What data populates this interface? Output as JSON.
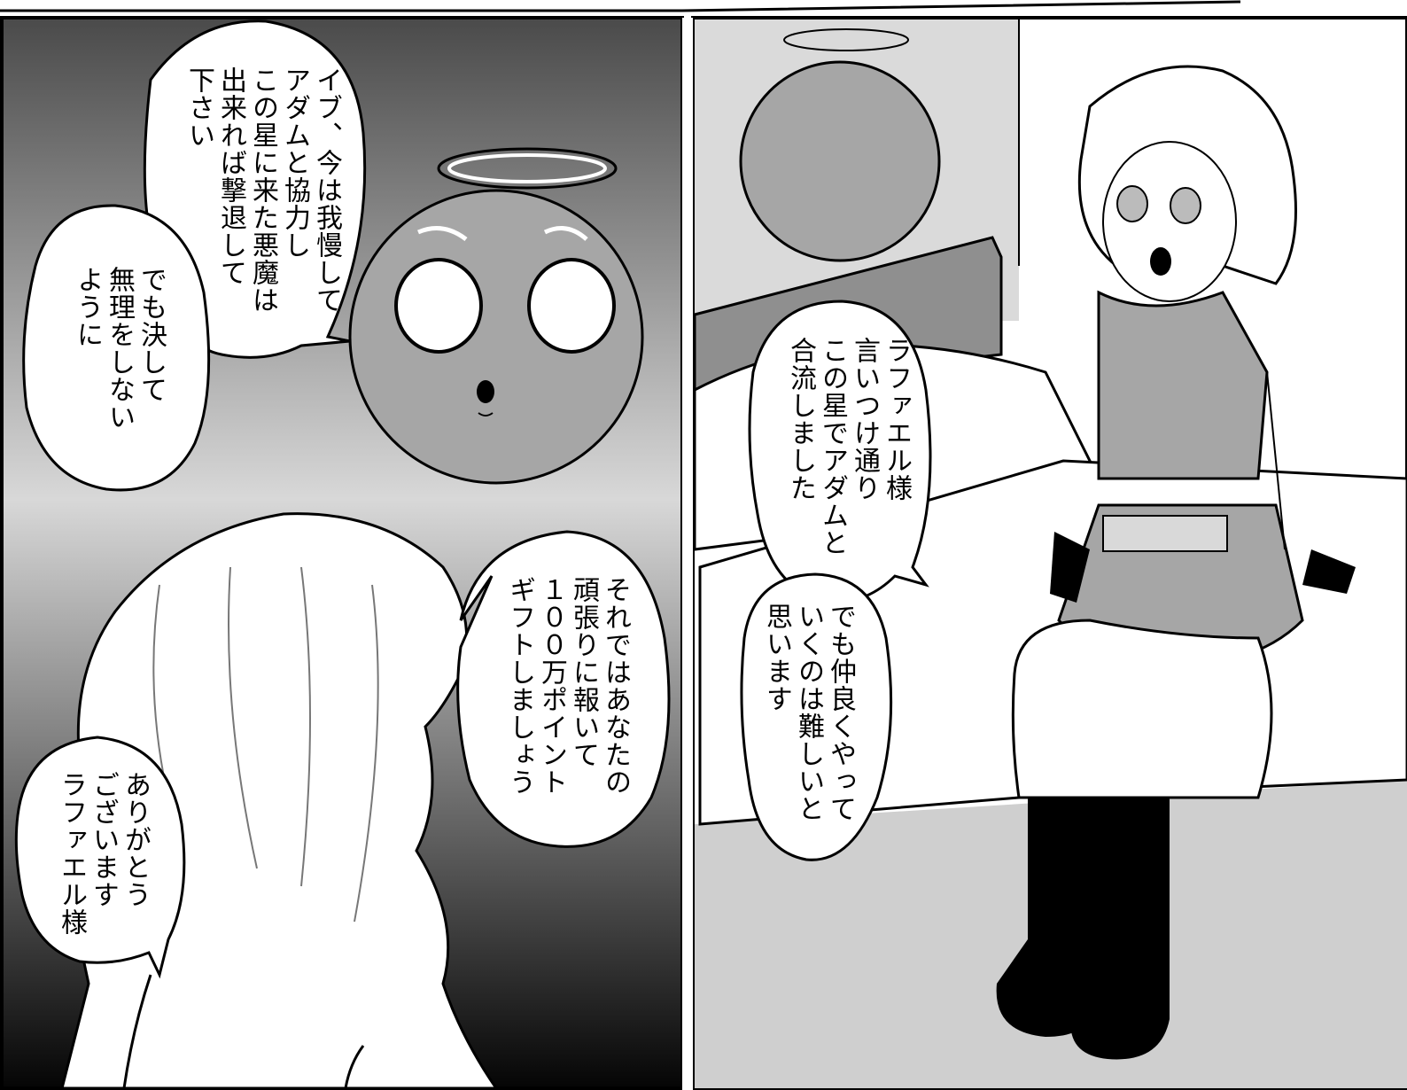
{
  "colors": {
    "ink": "#000000",
    "paper": "#ffffff",
    "tone_mid": "#a6a6a6",
    "tone_light": "#d9d9d9",
    "wall": "#dadada",
    "floor": "#cfcfcf",
    "gradient_dark": "#050505",
    "gradient_light": "#d0d0d0"
  },
  "panels": {
    "left": {
      "bubbles": [
        {
          "lines": [
            "イブ、今は我慢して",
            "アダムと協力し",
            "この星に来た悪魔は",
            "出来れば撃退して",
            "下さい"
          ]
        },
        {
          "lines": [
            "でも決して",
            "無理をしない",
            "ように"
          ]
        },
        {
          "lines": [
            "それではあなたの",
            "頑張りに報いて",
            "１００万ポイント",
            "ギフトしましょう"
          ]
        },
        {
          "lines": [
            "ありがとう",
            "ございます",
            "ラファエル様"
          ]
        }
      ]
    },
    "right": {
      "bubbles": [
        {
          "lines": [
            "ラファエル様",
            "言いつけ通り",
            "この星でアダムと",
            "合流しました"
          ]
        },
        {
          "lines": [
            "でも仲良くやって",
            "いくのは難しいと",
            "思います"
          ]
        }
      ]
    }
  }
}
